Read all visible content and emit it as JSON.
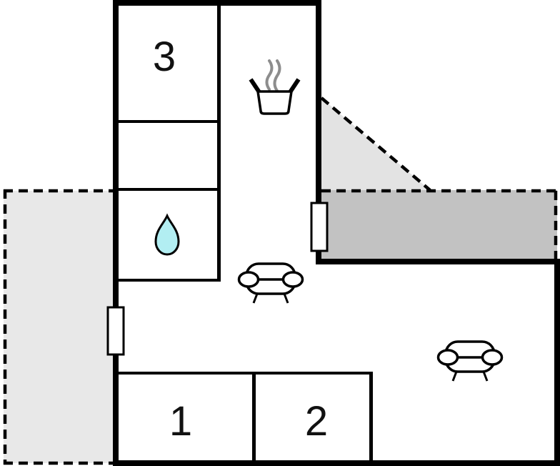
{
  "rooms": {
    "room1": {
      "label": "1"
    },
    "room2": {
      "label": "2"
    },
    "room3": {
      "label": "3"
    }
  },
  "icons": {
    "kitchen": "cooking-pot-with-steam-icon",
    "bathroom": "water-drop-icon",
    "living_area": "sofa-icon",
    "living_area_2": "sofa-icon",
    "openings": "door-opening-marker"
  },
  "colors": {
    "wall": "#000000",
    "terrace": "#e8e8e8",
    "triangle": "#e3e3e3",
    "patio": "#c2c2c2",
    "drop": "#b2eef2",
    "steam": "#8d8d8d",
    "label": "#111111",
    "bg": "#ffffff"
  }
}
